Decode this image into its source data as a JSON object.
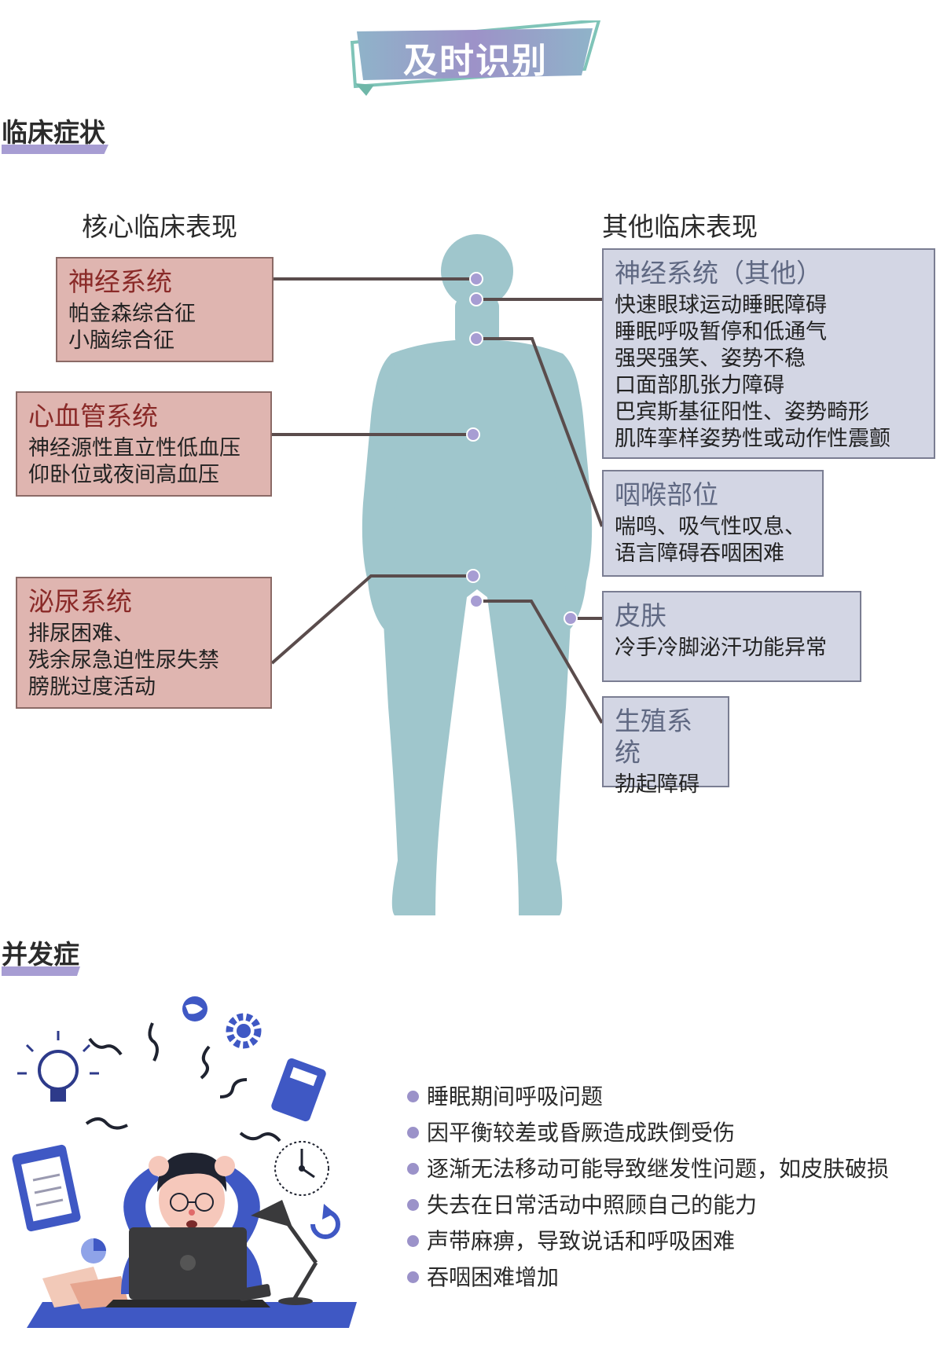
{
  "banner": {
    "title": "及时识别"
  },
  "sections": {
    "symptoms": "临床症状",
    "complications": "并发症"
  },
  "columns": {
    "core": "核心临床表现",
    "other": "其他临床表现"
  },
  "core_boxes": [
    {
      "title": "神经系统",
      "lines": [
        "帕金森综合征",
        "小脑综合征"
      ]
    },
    {
      "title": "心血管系统",
      "lines": [
        "神经源性直立性低血压",
        "仰卧位或夜间高血压"
      ]
    },
    {
      "title": "泌尿系统",
      "lines": [
        "排尿困难、",
        "残余尿急迫性尿失禁",
        "膀胱过度活动"
      ]
    }
  ],
  "other_boxes": [
    {
      "title": "神经系统（其他）",
      "lines": [
        "快速眼球运动睡眠障碍",
        "睡眠呼吸暂停和低通气",
        "强哭强笑、姿势不稳",
        "口面部肌张力障碍",
        "巴宾斯基征阳性、姿势畸形",
        "肌阵挛样姿势性或动作性震颤"
      ]
    },
    {
      "title": "咽喉部位",
      "lines": [
        "喘鸣、吸气性叹息、",
        "语言障碍吞咽困难"
      ]
    },
    {
      "title": "皮肤",
      "lines": [
        "冷手冷脚泌汗功能异常"
      ]
    },
    {
      "title": "生殖系统",
      "lines": [
        "勃起障碍"
      ]
    }
  ],
  "complications": [
    "睡眠期间呼吸问题",
    "因平衡较差或昏厥造成跌倒受伤",
    "逐渐无法移动可能导致继发性问题，如皮肤破损",
    "失去在日常活动中照顾自己的能力",
    "声带麻痹，导致说话和呼吸困难",
    "吞咽困难增加"
  ],
  "colors": {
    "body": "#9fc6cc",
    "core_box_fill": "#dfb5b0",
    "core_title": "#8a2a28",
    "other_box_fill": "#d3d6e4",
    "other_title": "#5f6882",
    "connector": "#5a4c4c",
    "dot": "#a79dd3",
    "accent": "#a79dd3"
  },
  "illustration": {
    "subject": "stressed-person-at-laptop-icon",
    "icons": [
      "lightbulb-icon",
      "globe-icon",
      "gear-icon",
      "calculator-icon",
      "clipboard-icon",
      "clock-icon",
      "lamp-icon",
      "refresh-icon",
      "laptop-icon",
      "pie-chart-icon"
    ]
  }
}
